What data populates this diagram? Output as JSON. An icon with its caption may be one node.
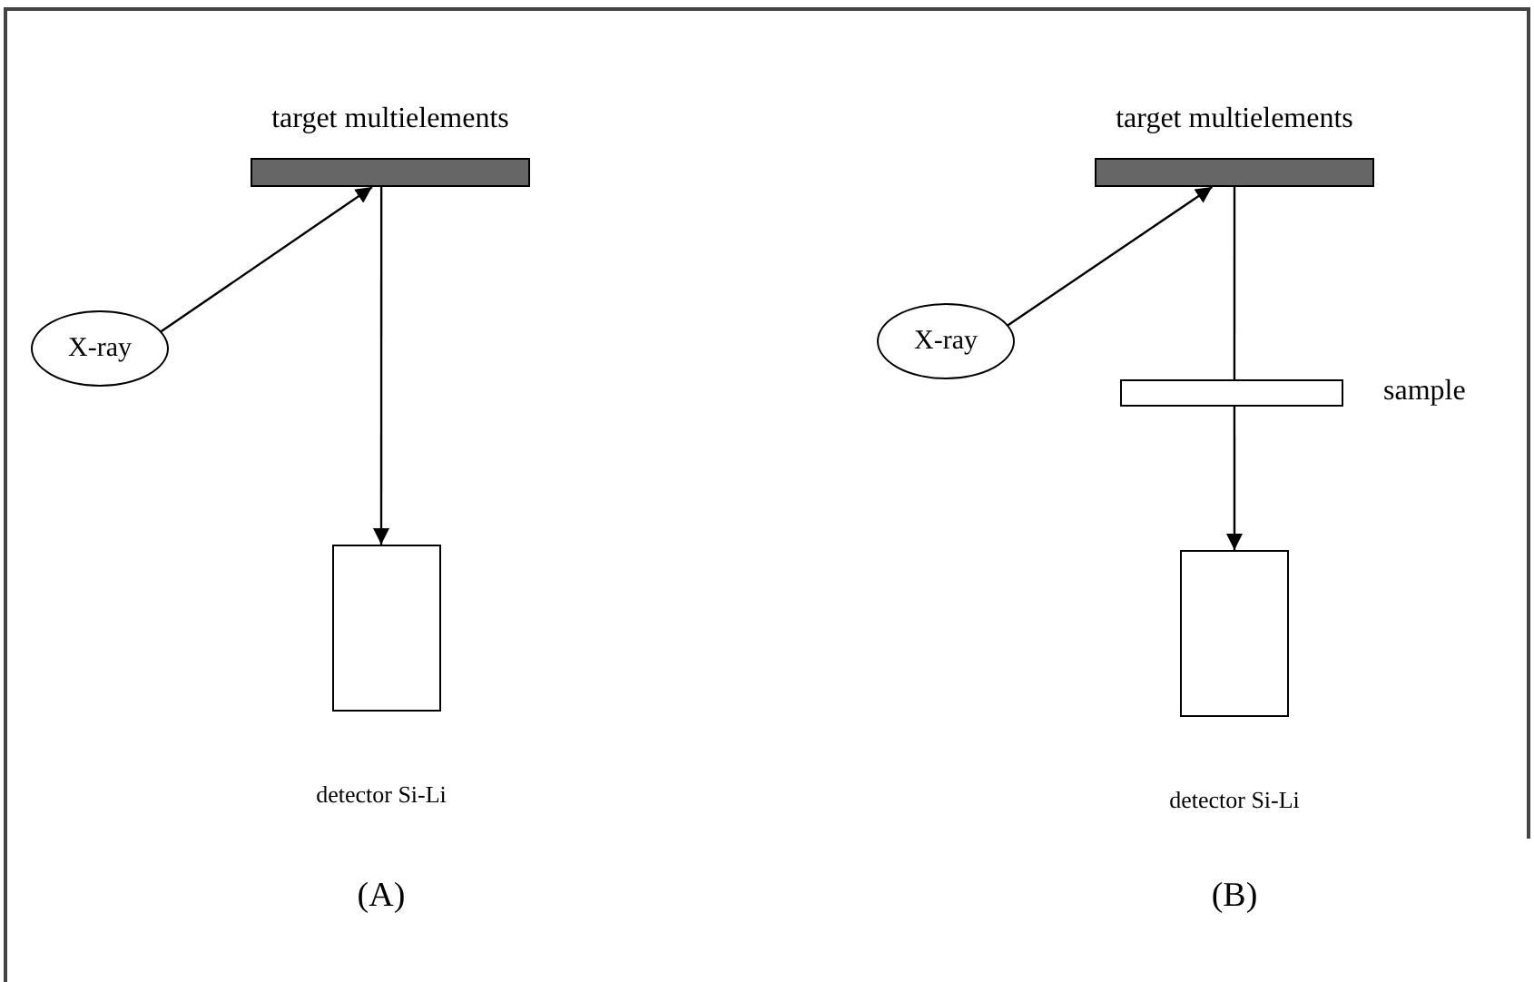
{
  "diagram": {
    "nodes": [
      {
        "text": [
          "target multielements"
        ]
      },
      {
        "text": [
          "X-ray"
        ]
      },
      {
        "text": [
          "detector Si-Li"
        ]
      },
      {
        "text": [
          "target multielements"
        ]
      },
      {
        "text": [
          "X-ray"
        ]
      },
      {
        "text": [
          "sample"
        ]
      },
      {
        "text": [
          "detector Si-Li"
        ]
      }
    ],
    "edges": [
      {
        "from": 1,
        "to": 0,
        "arrow": "to"
      },
      {
        "from": 0,
        "to": 2,
        "arrow": "to"
      },
      {
        "from": 4,
        "to": 3,
        "arrow": "to"
      },
      {
        "from": 3,
        "to": 5,
        "arrow": "none"
      },
      {
        "from": 5,
        "to": 6,
        "arrow": "to"
      }
    ],
    "labels": [
      "(A)",
      "(B)"
    ]
  }
}
